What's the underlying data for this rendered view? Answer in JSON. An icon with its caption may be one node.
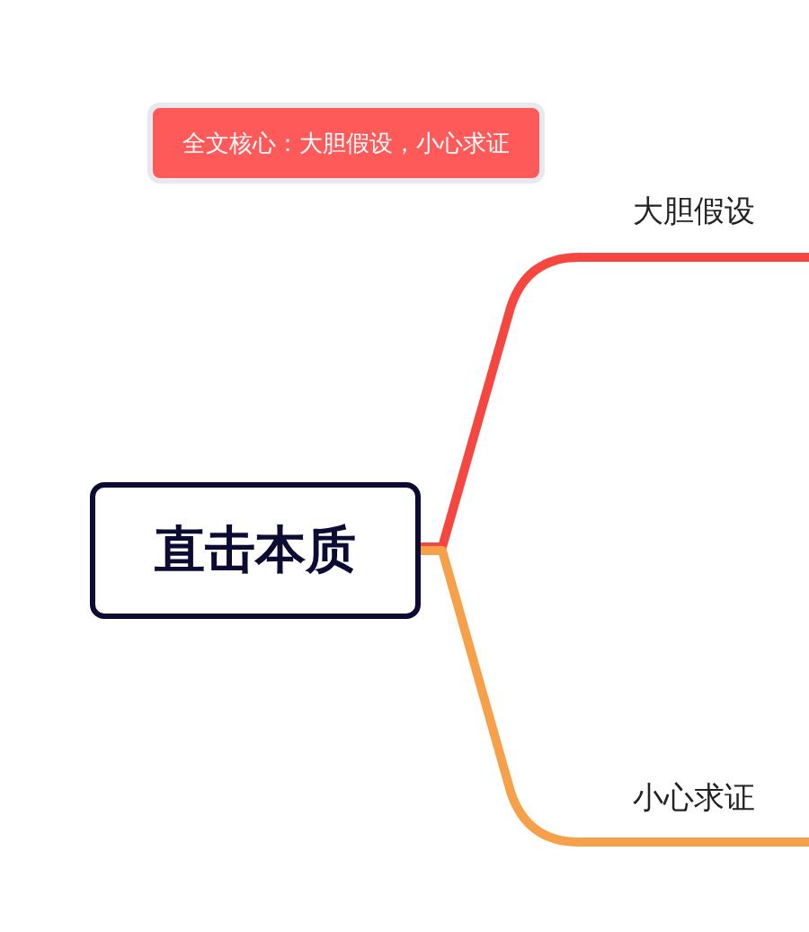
{
  "diagram": {
    "nodes": [
      {
        "text": [
          "直击本质"
        ]
      },
      {
        "text": [
          "大胆假设"
        ]
      },
      {
        "text": [
          "小心求证"
        ]
      },
      {
        "text": [
          "全文核心：大胆假设，小心求证"
        ]
      }
    ],
    "edges": [
      {
        "from": 0,
        "to": 1,
        "arrow": "none",
        "color": "#f5463f"
      },
      {
        "from": 0,
        "to": 2,
        "arrow": "none",
        "color": "#f7a04a"
      }
    ]
  }
}
